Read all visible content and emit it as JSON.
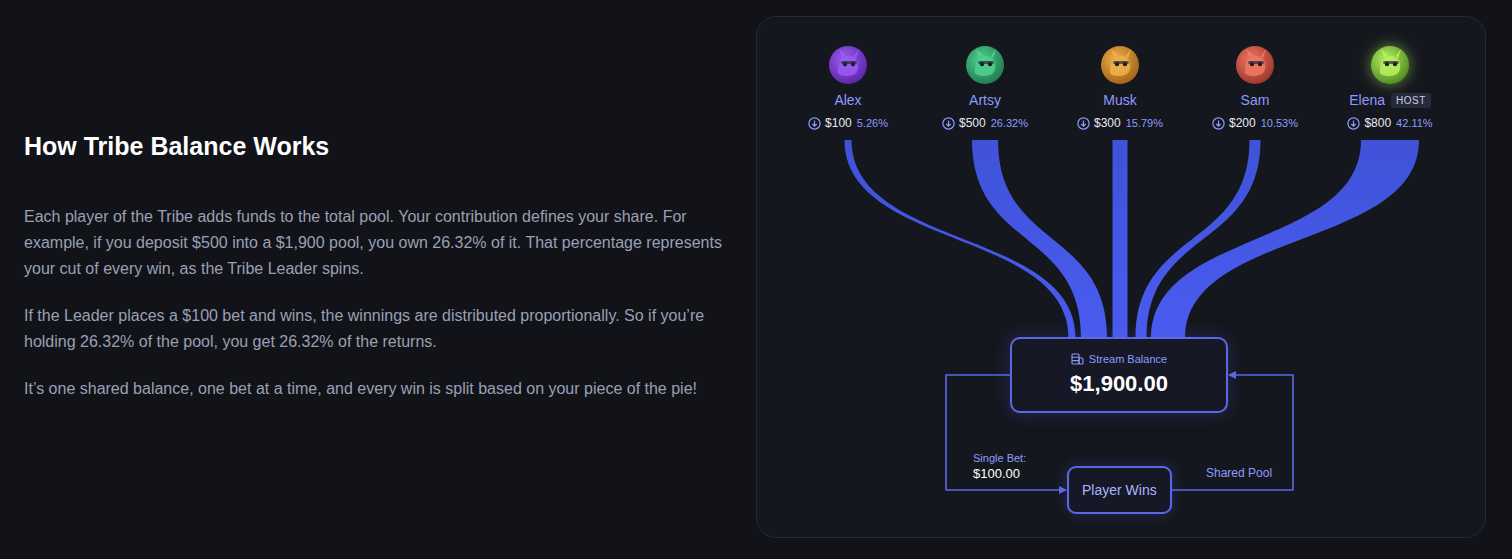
{
  "diagram": {
    "title": "How Tribe Balance Works",
    "nodes": [
      {
        "text": [
          "Alex",
          "$100",
          "5.26%"
        ]
      },
      {
        "text": [
          "Artsy",
          "$500",
          "26.32%"
        ]
      },
      {
        "text": [
          "Musk",
          "$300",
          "15.79%"
        ]
      },
      {
        "text": [
          "Sam",
          "$200",
          "10.53%"
        ]
      },
      {
        "text": [
          "Elena",
          "HOST",
          "$800",
          "42.11%"
        ]
      },
      {
        "text": [
          "Stream Balance",
          "$1,900.00"
        ]
      },
      {
        "text": [
          "Player Wins"
        ]
      }
    ],
    "edges": [
      {
        "from": 0,
        "to": 5,
        "arrow": "none"
      },
      {
        "from": 1,
        "to": 5,
        "arrow": "none"
      },
      {
        "from": 2,
        "to": 5,
        "arrow": "none"
      },
      {
        "from": 3,
        "to": 5,
        "arrow": "none"
      },
      {
        "from": 4,
        "to": 5,
        "arrow": "none"
      },
      {
        "from": 5,
        "to": 6,
        "label": "Single Bet: $100.00",
        "arrow": "to"
      },
      {
        "from": 6,
        "to": 5,
        "label": "Shared Pool",
        "arrow": "to"
      }
    ],
    "labels": [
      "Each player of the Tribe adds funds to the total pool. Your contribution defines your share. For example, if you deposit $500 into a $1,900 pool, you own 26.32% of it. That percentage represents your cut of every win, as the Tribe Leader spins.",
      "If the Leader places a $100 bet and wins, the winnings are distributed proportionally. So if you’re holding 26.32% of the pool, you get 26.32% of the returns.",
      "It’s one shared balance, one bet at a time, and every win is split based on your piece of the pie!"
    ]
  }
}
